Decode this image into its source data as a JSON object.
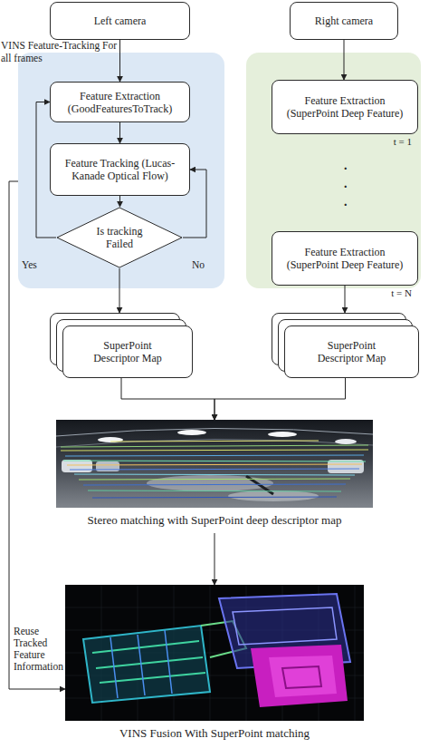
{
  "diagram": {
    "nodes": [
      {
        "text": [
          "Left camera"
        ]
      },
      {
        "text": [
          "Right camera"
        ]
      },
      {
        "text": [
          "VINS Feature-Tracking For all frames"
        ]
      },
      {
        "text": [
          "Feature Extraction (GoodFeaturesToTrack)"
        ],
        "in": 2
      },
      {
        "text": [
          "Feature Tracking (Lucas-Kanade Optical Flow)"
        ],
        "in": 2
      },
      {
        "text": [
          "Is tracking Failed"
        ],
        "in": 2
      },
      {
        "text": []
      },
      {
        "text": [
          "Feature Extraction (SuperPoint Deep Feature)",
          "t = 1"
        ],
        "in": 6
      },
      {
        "text": [
          "Feature Extraction (SuperPoint Deep Feature)",
          "t = N"
        ],
        "in": 6
      },
      {
        "text": [
          "SuperPoint Descriptor Map"
        ]
      },
      {
        "text": [
          "SuperPoint Descriptor Map"
        ]
      },
      {
        "text": [
          "Stereo matching with SuperPoint deep descriptor map"
        ]
      },
      {
        "text": [
          "VINS Fusion With SuperPoint matching"
        ]
      }
    ],
    "edges": [
      {
        "from": 0,
        "to": 3,
        "arrow": "to"
      },
      {
        "from": 3,
        "to": 4,
        "arrow": "to"
      },
      {
        "from": 4,
        "to": 5,
        "arrow": "to"
      },
      {
        "from": 5,
        "to": 3,
        "label": "Yes",
        "arrow": "to"
      },
      {
        "from": 5,
        "to": 4,
        "label": "No",
        "arrow": "to"
      },
      {
        "from": 1,
        "to": 7,
        "arrow": "to"
      },
      {
        "from": 5,
        "to": 9,
        "arrow": "to"
      },
      {
        "from": 8,
        "to": 10,
        "arrow": "to"
      },
      {
        "from": 9,
        "to": 11,
        "arrow": "to"
      },
      {
        "from": 10,
        "to": 11,
        "arrow": "to"
      },
      {
        "from": 11,
        "to": 12,
        "arrow": "to"
      },
      {
        "from": 2,
        "to": 12,
        "label": "Reuse Tracked Feature Information",
        "arrow": "to"
      }
    ],
    "labels": [
      ".",
      ".",
      "."
    ]
  }
}
